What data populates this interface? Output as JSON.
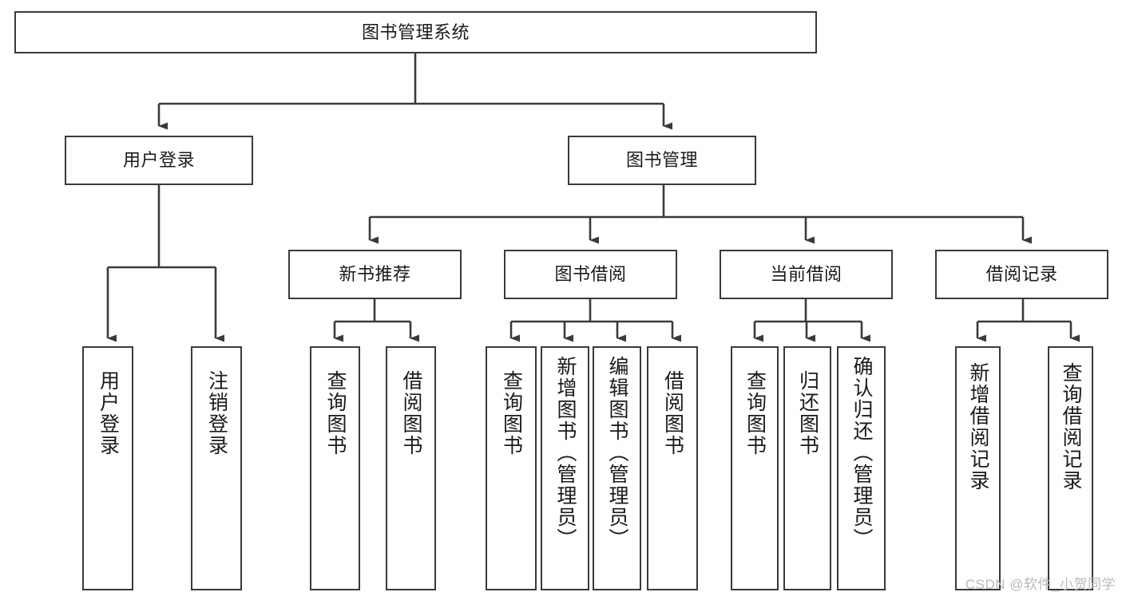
{
  "diagram": {
    "type": "tree-hierarchy",
    "title": "图书管理系统",
    "watermark": "CSDN @软件_小贺同学",
    "colors": {
      "background": "#ffffff",
      "box_border": "#3a3a3a",
      "box_fill": "#ffffff",
      "connector": "#3a3a3a",
      "text": "#1a1a1a",
      "watermark": "#b9b9b9"
    },
    "levels": {
      "root": {
        "label": "图书管理系统"
      },
      "level2": [
        {
          "label": "用户登录"
        },
        {
          "label": "图书管理"
        }
      ],
      "level3": [
        {
          "label": "新书推荐"
        },
        {
          "label": "图书借阅"
        },
        {
          "label": "当前借阅"
        },
        {
          "label": "借阅记录"
        }
      ],
      "leaves": {
        "user_login": [
          {
            "label": "用户登录"
          },
          {
            "label": "注销登录"
          }
        ],
        "new_book_recommend": [
          {
            "label": "查询图书"
          },
          {
            "label": "借阅图书"
          }
        ],
        "book_borrow": [
          {
            "label": "查询图书"
          },
          {
            "label": "新增图书（管理员）"
          },
          {
            "label": "编辑图书（管理员）"
          },
          {
            "label": "借阅图书"
          }
        ],
        "current_borrow": [
          {
            "label": "查询图书"
          },
          {
            "label": "归还图书"
          },
          {
            "label": "确认归还（管理员）"
          }
        ],
        "borrow_record": [
          {
            "label": "新增借阅记录"
          },
          {
            "label": "查询借阅记录"
          }
        ]
      }
    }
  }
}
